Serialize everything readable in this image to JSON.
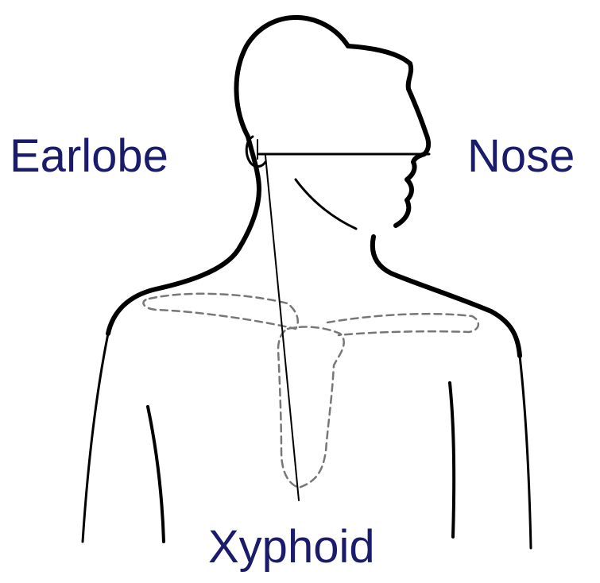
{
  "colors": {
    "label_text": "#1b1b6b",
    "line_art": "#000000",
    "dashed_outline": "#777777"
  },
  "labels": {
    "earlobe": "Earlobe",
    "nose": "Nose",
    "xyphoid": "Xyphoid"
  }
}
